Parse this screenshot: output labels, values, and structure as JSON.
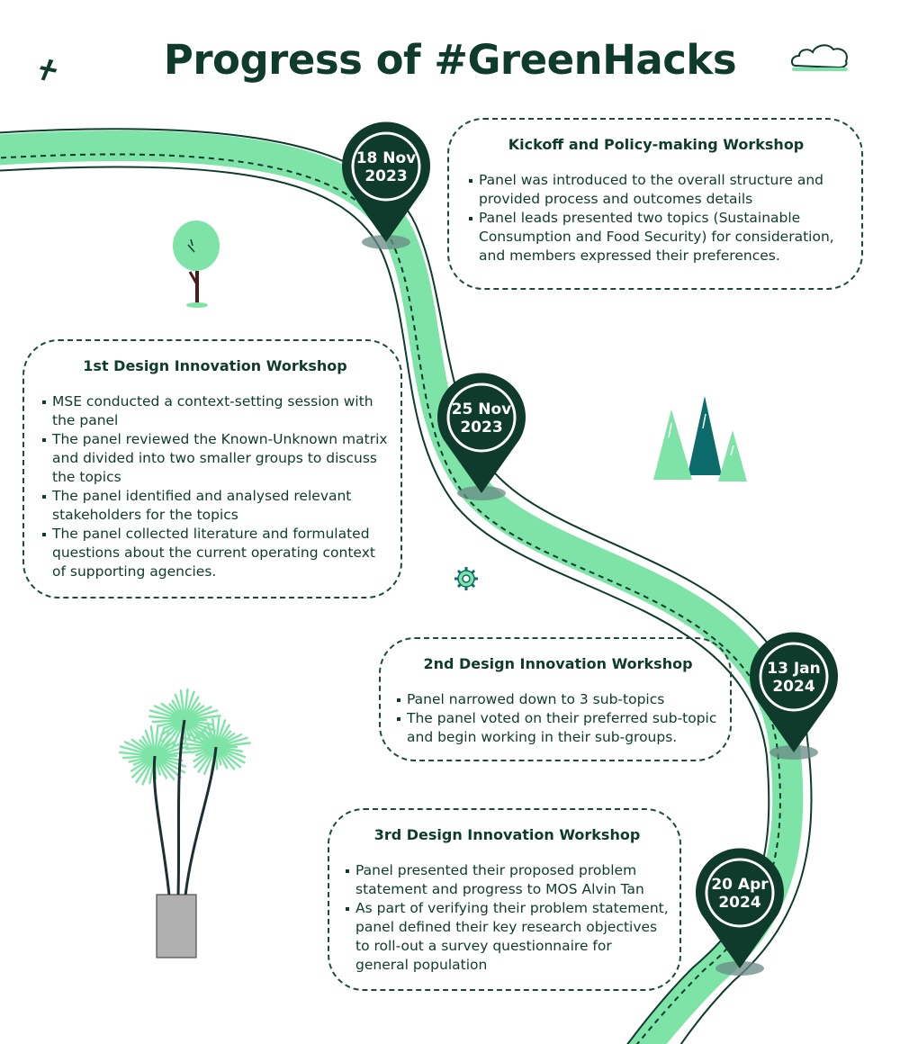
{
  "title": "Progress of #GreenHacks",
  "milestones": [
    {
      "date_line1": "18 Nov",
      "date_line2": "2023",
      "heading": "Kickoff and Policy-making Workshop",
      "bullets": [
        "Panel was introduced to the overall structure and provided process and outcomes details",
        "Panel leads presented two topics (Sustainable Consumption and Food Security) for consideration, and members expressed their preferences."
      ]
    },
    {
      "date_line1": "25 Nov",
      "date_line2": "2023",
      "heading": "1st Design Innovation Workshop",
      "bullets": [
        "MSE conducted a context-setting session with the panel",
        "The panel reviewed the Known-Unknown matrix and divided into two smaller groups to discuss the topics",
        "The panel identified and analysed relevant stakeholders for the topics",
        "The panel collected literature and formulated questions about the current operating context of supporting agencies."
      ]
    },
    {
      "date_line1": "13 Jan",
      "date_line2": "2024",
      "heading": "2nd Design Innovation Workshop",
      "bullets": [
        "Panel narrowed down to 3 sub-topics",
        "The panel voted on their preferred sub-topic and begin working in their sub-groups."
      ]
    },
    {
      "date_line1": "20 Apr",
      "date_line2": "2024",
      "heading": "3rd Design Innovation Workshop",
      "bullets": [
        "Panel presented their proposed problem statement and progress to MOS Alvin Tan",
        "As part of verifying their problem statement, panel defined their key research objectives to roll-out a survey questionnaire for general population"
      ]
    }
  ],
  "colors": {
    "dark_green": "#0e3b2c",
    "road_green": "#7de3a6",
    "teal": "#0b6b6b",
    "shadow": "#6a8a86"
  },
  "icons": [
    "sparkle-icon",
    "cloud-icon",
    "tree-icon",
    "pine-trees-icon",
    "gear-icon",
    "palm-plant-icon",
    "location-pin-icon"
  ]
}
